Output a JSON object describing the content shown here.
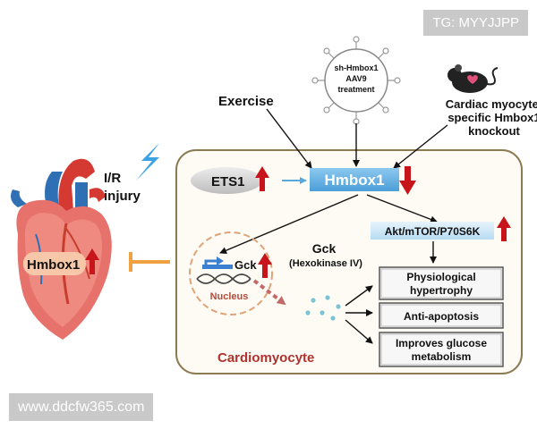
{
  "watermarks": {
    "top_right": "TG: MYYJJPP",
    "bottom_left": "www.ddcfw365.com"
  },
  "stimuli": {
    "exercise": "Exercise",
    "virus_line1": "sh-Hmbox1",
    "virus_line2": "AAV9",
    "virus_line3": "treatment",
    "knockout_line1": "Cardiac myocyte-",
    "knockout_line2": "specific Hmbox1",
    "knockout_line3": "knockout",
    "ir_line1": "I/R",
    "ir_line2": "injury"
  },
  "heart": {
    "label": "Hmbox1"
  },
  "cell": {
    "ets1": "ETS1",
    "hmbox1": "Hmbox1",
    "akt": "Akt/mTOR/P70S6K",
    "gck_nucleus": "Gck",
    "nucleus_label": "Nucleus",
    "gck_protein": "Gck",
    "gck_protein_sub": "(Hexokinase IV)",
    "cell_label": "Cardiomyocyte"
  },
  "outcomes": [
    {
      "line1": "Physiological",
      "line2": "hypertrophy"
    },
    {
      "line1": "Anti-apoptosis",
      "line2": ""
    },
    {
      "line1": "Improves glucose",
      "line2": "metabolism"
    }
  ],
  "colors": {
    "arrow_red": "#c8141b",
    "hmbox_blue": "#5aa9dc",
    "inhibit_orange": "#f0a142",
    "cell_label_red": "#b0322f",
    "cell_border": "#8c7a52"
  }
}
